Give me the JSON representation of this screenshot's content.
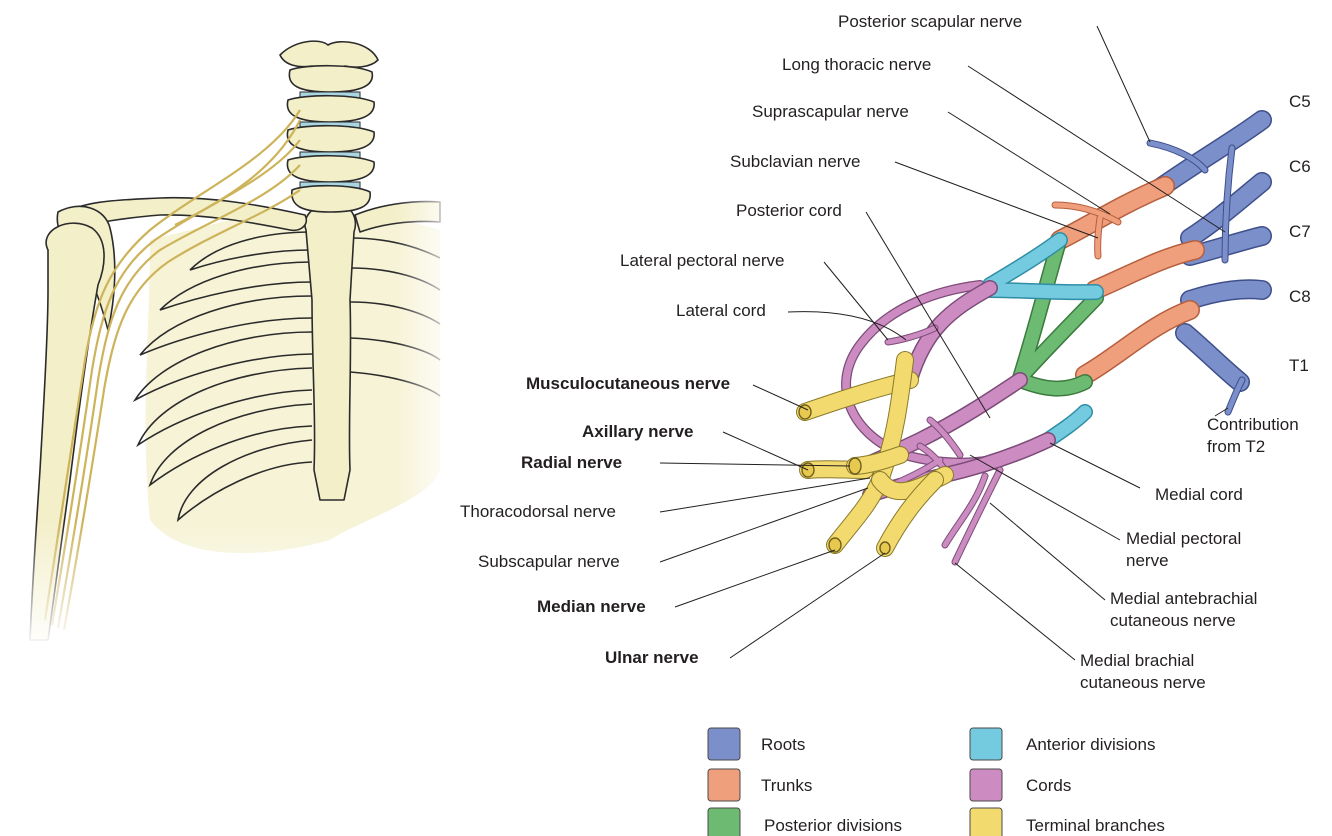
{
  "labels": {
    "posterior_scapular": "Posterior scapular nerve",
    "long_thoracic": "Long thoracic nerve",
    "suprascapular": "Suprascapular nerve",
    "subclavian": "Subclavian nerve",
    "posterior_cord": "Posterior cord",
    "lateral_pectoral": "Lateral pectoral nerve",
    "lateral_cord": "Lateral cord",
    "musculocutaneous": "Musculocutaneous nerve",
    "axillary": "Axillary nerve",
    "radial": "Radial nerve",
    "thoracodorsal": "Thoracodorsal nerve",
    "subscapular": "Subscapular nerve",
    "median": "Median nerve",
    "ulnar": "Ulnar nerve",
    "c5": "C5",
    "c6": "C6",
    "c7": "C7",
    "c8": "C8",
    "t1": "T1",
    "contribution_line1": "Contribution",
    "contribution_line2": "from T2",
    "medial_cord": "Medial cord",
    "medial_pectoral_line1": "Medial pectoral",
    "medial_pectoral_line2": "nerve",
    "medial_antebrachial_line1": "Medial antebrachial",
    "medial_antebrachial_line2": "cutaneous nerve",
    "medial_brachial_line1": "Medial brachial",
    "medial_brachial_line2": "cutaneous nerve"
  },
  "legend": [
    {
      "label": "Roots",
      "color": "#7b8fcb"
    },
    {
      "label": "Anterior divisions",
      "color": "#74cbe0"
    },
    {
      "label": "Trunks",
      "color": "#ef9f7c"
    },
    {
      "label": "Cords",
      "color": "#cc8cc2"
    },
    {
      "label": "Posterior divisions",
      "color": "#6dbb72"
    },
    {
      "label": "Terminal branches",
      "color": "#f2da6e"
    }
  ],
  "colors": {
    "roots": "#7b8fcb",
    "trunks": "#ef9f7c",
    "posterior_divisions": "#6dbb72",
    "anterior_divisions": "#74cbe0",
    "cords": "#cc8cc2",
    "terminal_branches": "#f2da6e",
    "bone": "#f3efc9",
    "disc": "#a9d6e0"
  }
}
